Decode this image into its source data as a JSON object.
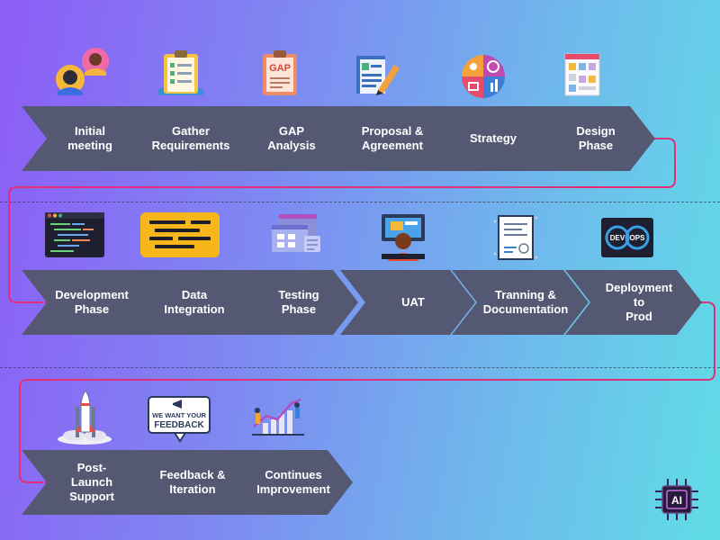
{
  "rows": [
    {
      "steps": [
        {
          "id": "initial-meeting",
          "label": "Initial meeting",
          "icon": "meeting-people-icon"
        },
        {
          "id": "gather-requirements",
          "label": "Gather\nRequirements",
          "icon": "clipboard-checklist-icon"
        },
        {
          "id": "gap-analysis",
          "label": "GAP Analysis",
          "icon": "gap-document-icon"
        },
        {
          "id": "proposal-agreement",
          "label": "Proposal &\nAgreement",
          "icon": "document-pen-icon"
        },
        {
          "id": "strategy",
          "label": "Strategy",
          "icon": "strategy-quadrant-icon"
        },
        {
          "id": "design-phase",
          "label": "Design Phase",
          "icon": "design-layout-icon"
        }
      ]
    },
    {
      "steps": [
        {
          "id": "development-phase",
          "label": "Development\nPhase",
          "icon": "code-editor-icon"
        },
        {
          "id": "data-integration",
          "label": "Data Integration",
          "icon": "data-lines-icon"
        },
        {
          "id": "testing-phase",
          "label": "Testing Phase",
          "icon": "testing-windows-icon"
        },
        {
          "id": "uat",
          "label": "UAT",
          "icon": "user-computer-icon"
        },
        {
          "id": "training-documentation",
          "label": "Tranning &\nDocumentation",
          "icon": "certificate-document-icon"
        },
        {
          "id": "deployment-to-prod",
          "label": "Deployment to\nProd",
          "icon": "devops-infinity-icon"
        }
      ]
    },
    {
      "steps": [
        {
          "id": "post-launch-support",
          "label": "Post-Launch\nSupport",
          "icon": "rocket-launch-icon"
        },
        {
          "id": "feedback-iteration",
          "label": "Feedback &\nIteration",
          "icon": "feedback-sign-icon"
        },
        {
          "id": "continues-improvement",
          "label": "Continues\nImprovement",
          "icon": "growth-chart-icon"
        }
      ]
    }
  ],
  "icon_text": {
    "gap": "GAP",
    "dev": "DEV",
    "ops": "OPS",
    "feedback_line1": "WE WANT YOUR",
    "feedback_line2": "FEEDBACK",
    "ai": "AI"
  },
  "colors": {
    "chevron": "#555873",
    "connector": "#e0307a",
    "text": "#ffffff"
  }
}
